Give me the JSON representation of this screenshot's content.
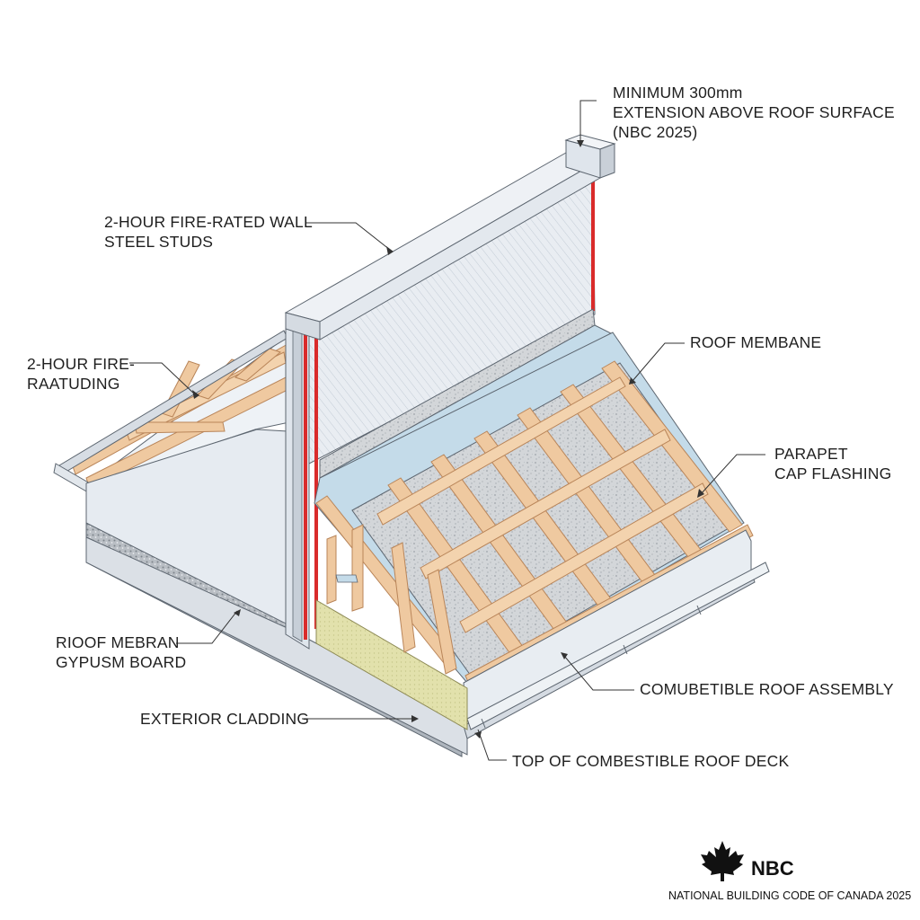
{
  "labels": {
    "parapet_extension": [
      "MINIMUM 300mm",
      "EXTENSION ABOVE ROOF SURFACE",
      "(NBC 2025)"
    ],
    "fire_rated_wall": [
      "2-HOUR FIRE-RATED WALL",
      "STEEL STUDS"
    ],
    "fire_rating_left": [
      "2-HOUR FIRE-",
      "RAATUDING"
    ],
    "roof_membrane": [
      "ROOF MEMBANE"
    ],
    "cap_flashing": [
      "PARAPET",
      "CAP FLASHING"
    ],
    "membrane_gypsum": [
      "RIOOF MEBRAN",
      "GYPUSM BOARD"
    ],
    "combustible_assembly": [
      "COMUBETIBLE ROOF ASSEMBLY"
    ],
    "exterior_cladding": [
      "EXTERIOR CLADDING"
    ],
    "roof_deck": [
      "TOP OF COMBESTIBLE ROOF DECK"
    ]
  },
  "brand": {
    "acronym": "NBC",
    "full_name": "NATIONAL BUILDING CODE OF CANADA 2025",
    "logo_icon": "maple-leaf-icon"
  },
  "colors": {
    "fire_line": "#d92b2b",
    "timber": "#efc9a0",
    "timber_edge": "#b98559",
    "membrane": "#c4dbe9",
    "insulation_gravel": "#cfd3d6",
    "steel_panel": "#dde3ea",
    "batt_insulation": "#e1e0a8"
  }
}
